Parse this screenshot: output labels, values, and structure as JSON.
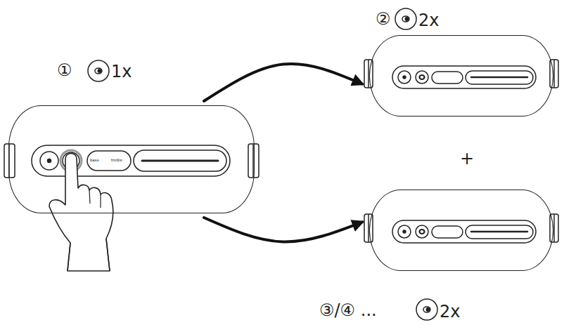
{
  "diagram": {
    "nodes": [
      {
        "text": [
          "①",
          "1x"
        ]
      },
      {
        "text": [
          "②",
          "2x"
        ]
      },
      {
        "text": [
          "③/④ ...",
          "2x"
        ]
      }
    ],
    "edges": [
      {
        "from": 0,
        "to": 1,
        "arrow": "to"
      },
      {
        "from": 0,
        "to": 2,
        "arrow": "to"
      }
    ],
    "labels": [
      "+",
      "bass",
      "treble"
    ]
  }
}
